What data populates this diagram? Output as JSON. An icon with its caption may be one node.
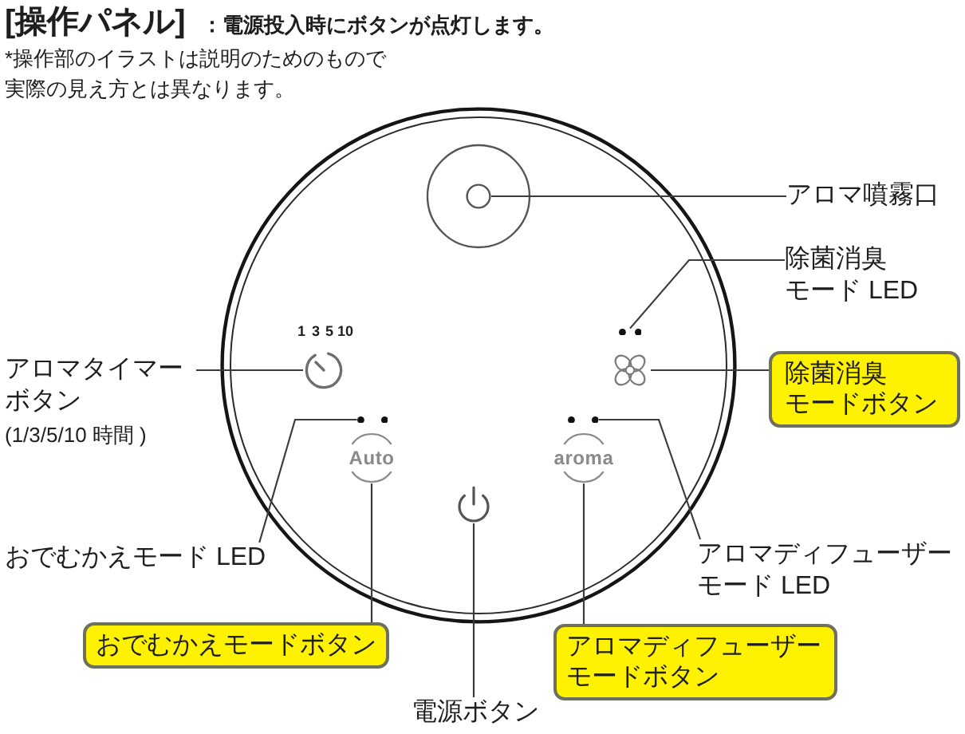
{
  "diagram": {
    "title": "[操作パネル]",
    "nodes": [
      {
        "text": [],
        "shape": "circle"
      },
      {
        "text": [],
        "shape": "circle",
        "in": 0
      },
      {
        "text": [
          "アロマ噴霧口"
        ]
      },
      {
        "text": [
          "除菌消臭モード LED"
        ]
      },
      {
        "text": [],
        "shape": "circle",
        "in": 0
      },
      {
        "text": [
          "アロマタイマーボタン",
          "(1/3/5/10 時間 )"
        ]
      },
      {
        "text": [],
        "shape": "picture",
        "in": 0
      },
      {
        "text": [],
        "shape": "picture",
        "in": 0
      },
      {
        "text": [
          "除菌消臭モードボタン"
        ]
      },
      {
        "text": [],
        "shape": "circle",
        "in": 0
      },
      {
        "text": [],
        "shape": "circle",
        "in": 0
      },
      {
        "text": [
          "Auto"
        ],
        "in": 0
      },
      {
        "text": [
          "aroma"
        ],
        "in": 0
      },
      {
        "text": [
          "おでむかえモード LED"
        ]
      },
      {
        "text": [],
        "shape": "picture",
        "in": 0
      },
      {
        "text": [
          "アロマディフューザーモード LED"
        ]
      },
      {
        "text": [
          "おでむかえモードボタン"
        ]
      },
      {
        "text": [
          "アロマディフューザーモードボタン"
        ]
      },
      {
        "text": [
          "電源ボタン"
        ]
      }
    ],
    "edges": [
      {
        "from": 2,
        "to": 1,
        "arrow": "none"
      },
      {
        "from": 3,
        "to": 4,
        "arrow": "none"
      },
      {
        "from": 5,
        "to": 6,
        "arrow": "none"
      },
      {
        "from": 8,
        "to": 7,
        "arrow": "none"
      },
      {
        "from": 13,
        "to": 9,
        "arrow": "none"
      },
      {
        "from": 15,
        "to": 10,
        "arrow": "none"
      },
      {
        "from": 16,
        "to": 11,
        "arrow": "none"
      },
      {
        "from": 17,
        "to": 12,
        "arrow": "none"
      },
      {
        "from": 18,
        "to": 14,
        "arrow": "none"
      }
    ],
    "labels": [
      "：電源投入時にボタンが点灯します。",
      "*操作部のイラストは説明のためのもので実際の見え方とは異なります。",
      "1",
      "3",
      "5",
      "10"
    ]
  }
}
